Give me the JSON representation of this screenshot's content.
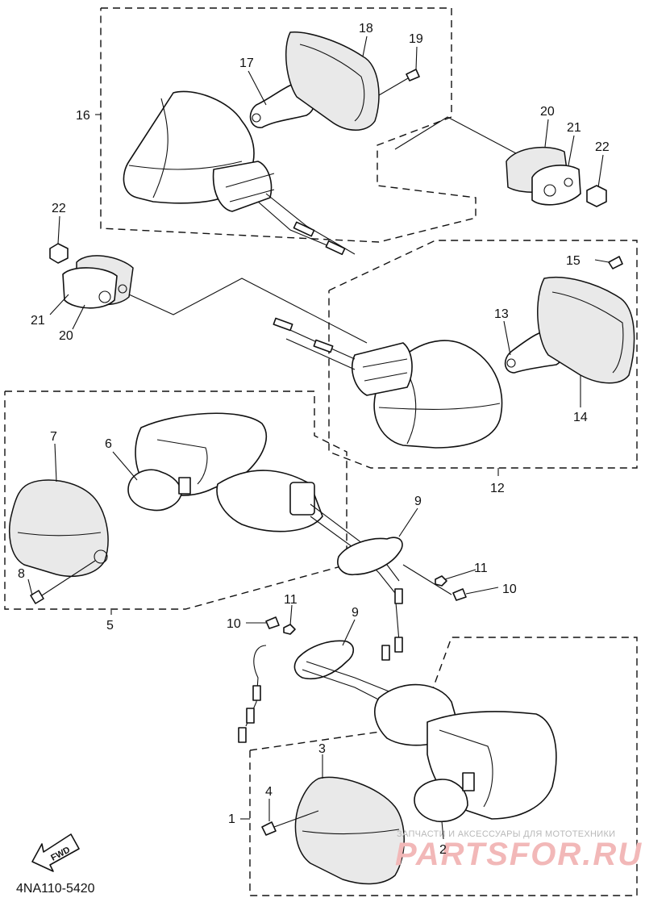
{
  "diagram_code": "4NA110-5420",
  "fwd_label": "FWD",
  "watermark": {
    "line1": "ЗАПЧАСТИ И АКСЕССУАРЫ ДЛЯ МОТОТЕХНИКИ",
    "line2": "PARTSFOR.RU"
  },
  "callouts": {
    "c1": "1",
    "c2": "2",
    "c3": "3",
    "c4": "4",
    "c5": "5",
    "c6": "6",
    "c7": "7",
    "c8": "8",
    "c9a": "9",
    "c9b": "9",
    "c10a": "10",
    "c10b": "10",
    "c11a": "11",
    "c11b": "11",
    "c12": "12",
    "c13": "13",
    "c14": "14",
    "c15": "15",
    "c16": "16",
    "c17": "17",
    "c18": "18",
    "c19": "19",
    "c20a": "20",
    "c20b": "20",
    "c21a": "21",
    "c21b": "21",
    "c22a": "22",
    "c22b": "22"
  }
}
